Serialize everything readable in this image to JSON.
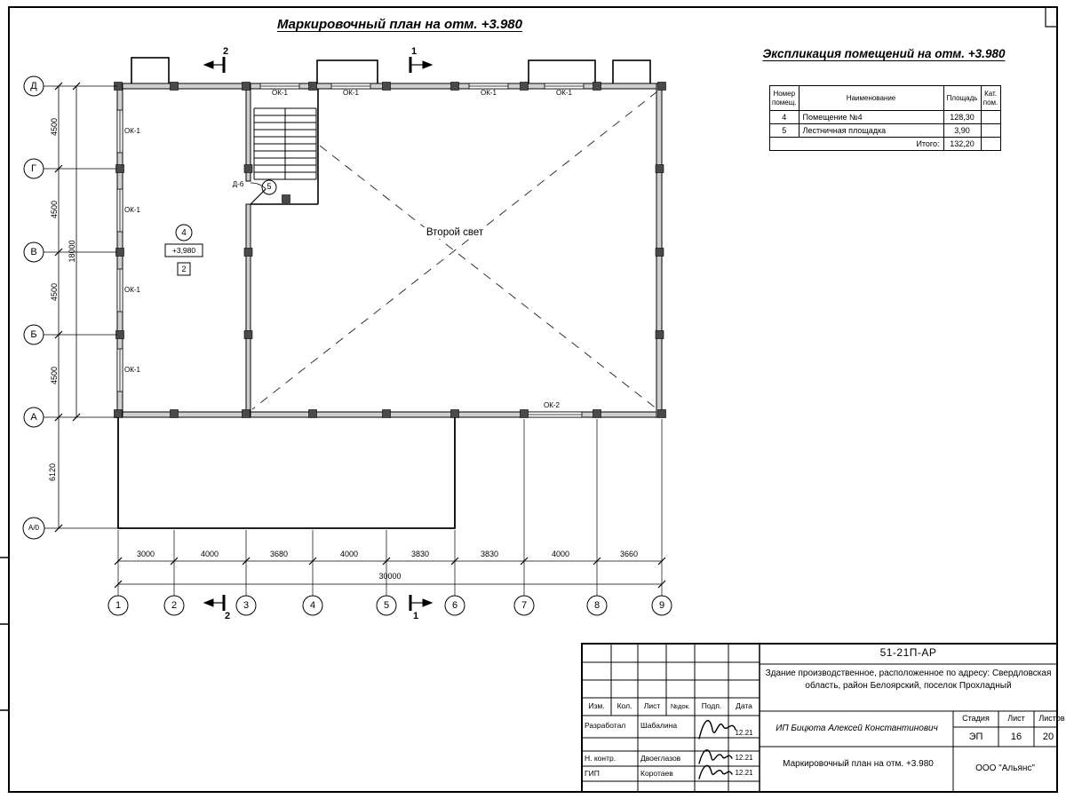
{
  "page": {
    "title": "Маркировочный план на отм. +3.980",
    "explication_title": "Экспликация помещений на отм. +3.980"
  },
  "explication": {
    "headers": {
      "num": "Номер помещ.",
      "name": "Наименование",
      "area": "Площадь",
      "cat": "Кат. пом."
    },
    "rows": [
      {
        "num": "4",
        "name": "Помещение №4",
        "area": "128,30",
        "cat": ""
      },
      {
        "num": "5",
        "name": "Лестничная площадка",
        "area": "3,90",
        "cat": ""
      }
    ],
    "total_label": "Итого:",
    "total_value": "132,20"
  },
  "plan": {
    "note_second_light": "Второй свет",
    "level_mark": "+3,980",
    "room4_number": "4",
    "room5_number": "5",
    "zone_box": "2",
    "door_label": "Д-6",
    "window_ok1": "ОК-1",
    "window_ok2": "ОК-2",
    "axes_vertical": [
      "Д",
      "Г",
      "В",
      "Б",
      "А",
      "А/0"
    ],
    "axes_horizontal": [
      "1",
      "2",
      "3",
      "4",
      "5",
      "6",
      "7",
      "8",
      "9"
    ],
    "dims_vertical": [
      "4500",
      "4500",
      "4500",
      "4500"
    ],
    "dim_vertical_total": "18000",
    "dim_lower": "6120",
    "dims_horizontal": [
      "3000",
      "4000",
      "3680",
      "4000",
      "3830",
      "3830",
      "4000",
      "3660"
    ],
    "dim_horizontal_total": "30000",
    "section1": "1",
    "section2": "2"
  },
  "titleblock": {
    "doc_number": "51-21П-АР",
    "description": "Здание производственное, расположенное по адресу: Свердловская область, район Белоярский, поселок Прохладный",
    "col_izm": "Изм.",
    "col_kol": "Кол.",
    "col_list": "Лист",
    "col_ndoc": "№док.",
    "col_podp": "Подп.",
    "col_data": "Дата",
    "row_developed": {
      "role": "Разработал",
      "name": "Шабалина",
      "date": "12.21"
    },
    "row_ncontr": {
      "role": "Н. контр.",
      "name": "Двоеглазов",
      "date": "12.21"
    },
    "row_gip": {
      "role": "ГИП",
      "name": "Коротаев",
      "date": "12.21"
    },
    "client": "ИП Бицюта Алексей Константинович",
    "stage_label": "Стадия",
    "sheet_label": "Лист",
    "sheets_label": "Листов",
    "stage": "ЭП",
    "sheet": "16",
    "sheets": "20",
    "drawing_name": "Маркировочный план на отм. +3.980",
    "company": "ООО \"Альянс\""
  }
}
